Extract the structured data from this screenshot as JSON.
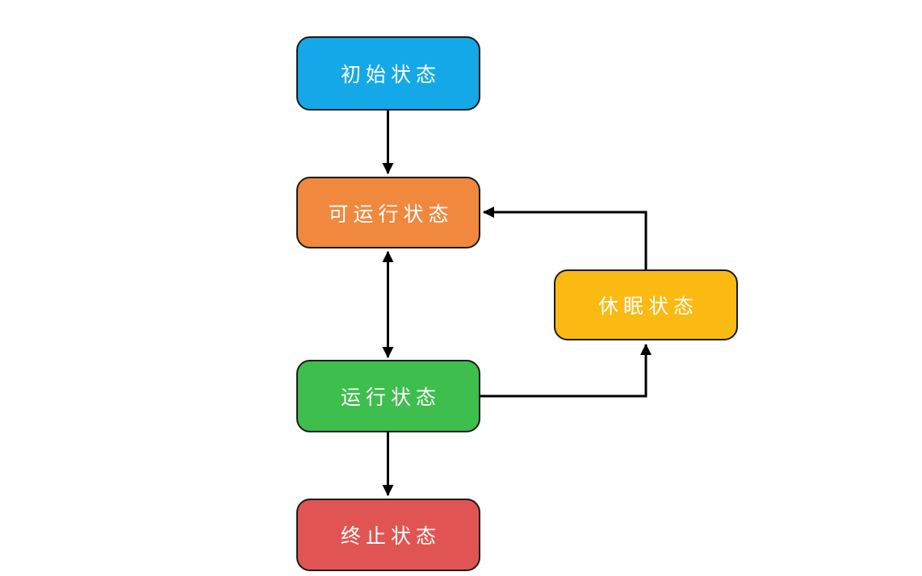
{
  "diagram": {
    "type": "flowchart",
    "background_color": "#ffffff",
    "arrow_color": "#000000",
    "node_border_color": "#1a1a1a",
    "node_text_color": "#ffffff",
    "nodes": {
      "initial": {
        "label": "初始状态",
        "color": "#14a8e8"
      },
      "runnable": {
        "label": "可运行状态",
        "color": "#f0883e"
      },
      "running": {
        "label": "运行状态",
        "color": "#3ebe4d"
      },
      "sleep": {
        "label": "休眠状态",
        "color": "#fbba11"
      },
      "terminated": {
        "label": "终止状态",
        "color": "#e05553"
      }
    },
    "edges": [
      {
        "from": "initial",
        "to": "runnable",
        "direction": "one-way",
        "shape": "straight-vertical"
      },
      {
        "from": "runnable",
        "to": "running",
        "direction": "two-way",
        "shape": "straight-vertical"
      },
      {
        "from": "running",
        "to": "terminated",
        "direction": "one-way",
        "shape": "straight-vertical"
      },
      {
        "from": "running",
        "to": "sleep",
        "direction": "one-way",
        "shape": "elbow-right-then-up"
      },
      {
        "from": "sleep",
        "to": "runnable",
        "direction": "one-way",
        "shape": "elbow-up-then-left"
      }
    ]
  }
}
